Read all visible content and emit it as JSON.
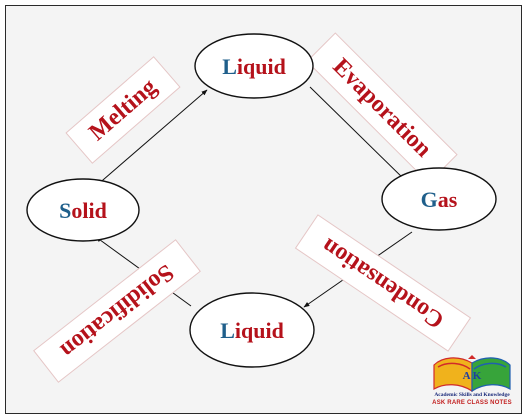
{
  "colors": {
    "first_letter": "#1f5f8b",
    "rest_letters": "#b5121b",
    "process_text": "#b5121b"
  },
  "nodes": {
    "top": {
      "first": "L",
      "rest": "iquid"
    },
    "right": {
      "first": "G",
      "rest": "as"
    },
    "left": {
      "first": "S",
      "rest": "olid"
    },
    "bottom": {
      "first": "L",
      "rest": "iquid"
    }
  },
  "processes": {
    "melting": "Melting",
    "evaporation": "Evaporation",
    "condensation": "Condensation",
    "solidification": "Solidification"
  },
  "logo": {
    "line1": "Academic Skills and Knowledge",
    "line2": "ASK RARE CLASS NOTES",
    "mark": "A K"
  }
}
